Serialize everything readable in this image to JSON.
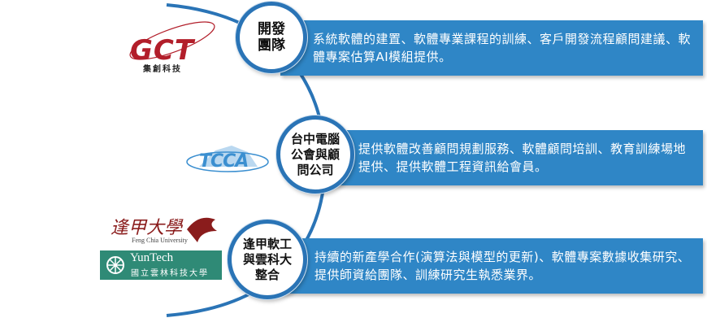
{
  "items": [
    {
      "circle_label": "開發\n團隊",
      "description": "系統軟體的建置、軟體專業課程的訓練、客戶開發流程顧問建議、軟體專案估算AI模組提供。",
      "logo": {
        "name": "gct-logo",
        "text": "GCT",
        "subtitle": "集創科技"
      }
    },
    {
      "circle_label": "台中電腦\n公會與顧\n問公司",
      "description": "提供軟體改善顧問規劃服務、軟體顧問培訓、教育訓練場地提供、提供軟體工程資訊給會員。",
      "logo": {
        "name": "tcca-logo",
        "text": "TCCA"
      }
    },
    {
      "circle_label": "逢甲軟工\n與雲科大\n整合",
      "description": "持續的新產學合作(演算法與模型的更新)、軟體專案數據收集研究、提供師資給團隊、訓練研究生執悉業界。",
      "logos": [
        {
          "name": "feng-chia-logo",
          "text": "Feng Chia University",
          "signature": "逢甲大學"
        },
        {
          "name": "yuntech-logo",
          "text": "YunTech",
          "subtitle": "國立雲林科技大學"
        }
      ]
    }
  ],
  "colors": {
    "bar": "#2f86c6",
    "circle_border": "#2a74b6",
    "arc": "#2a74b6"
  }
}
